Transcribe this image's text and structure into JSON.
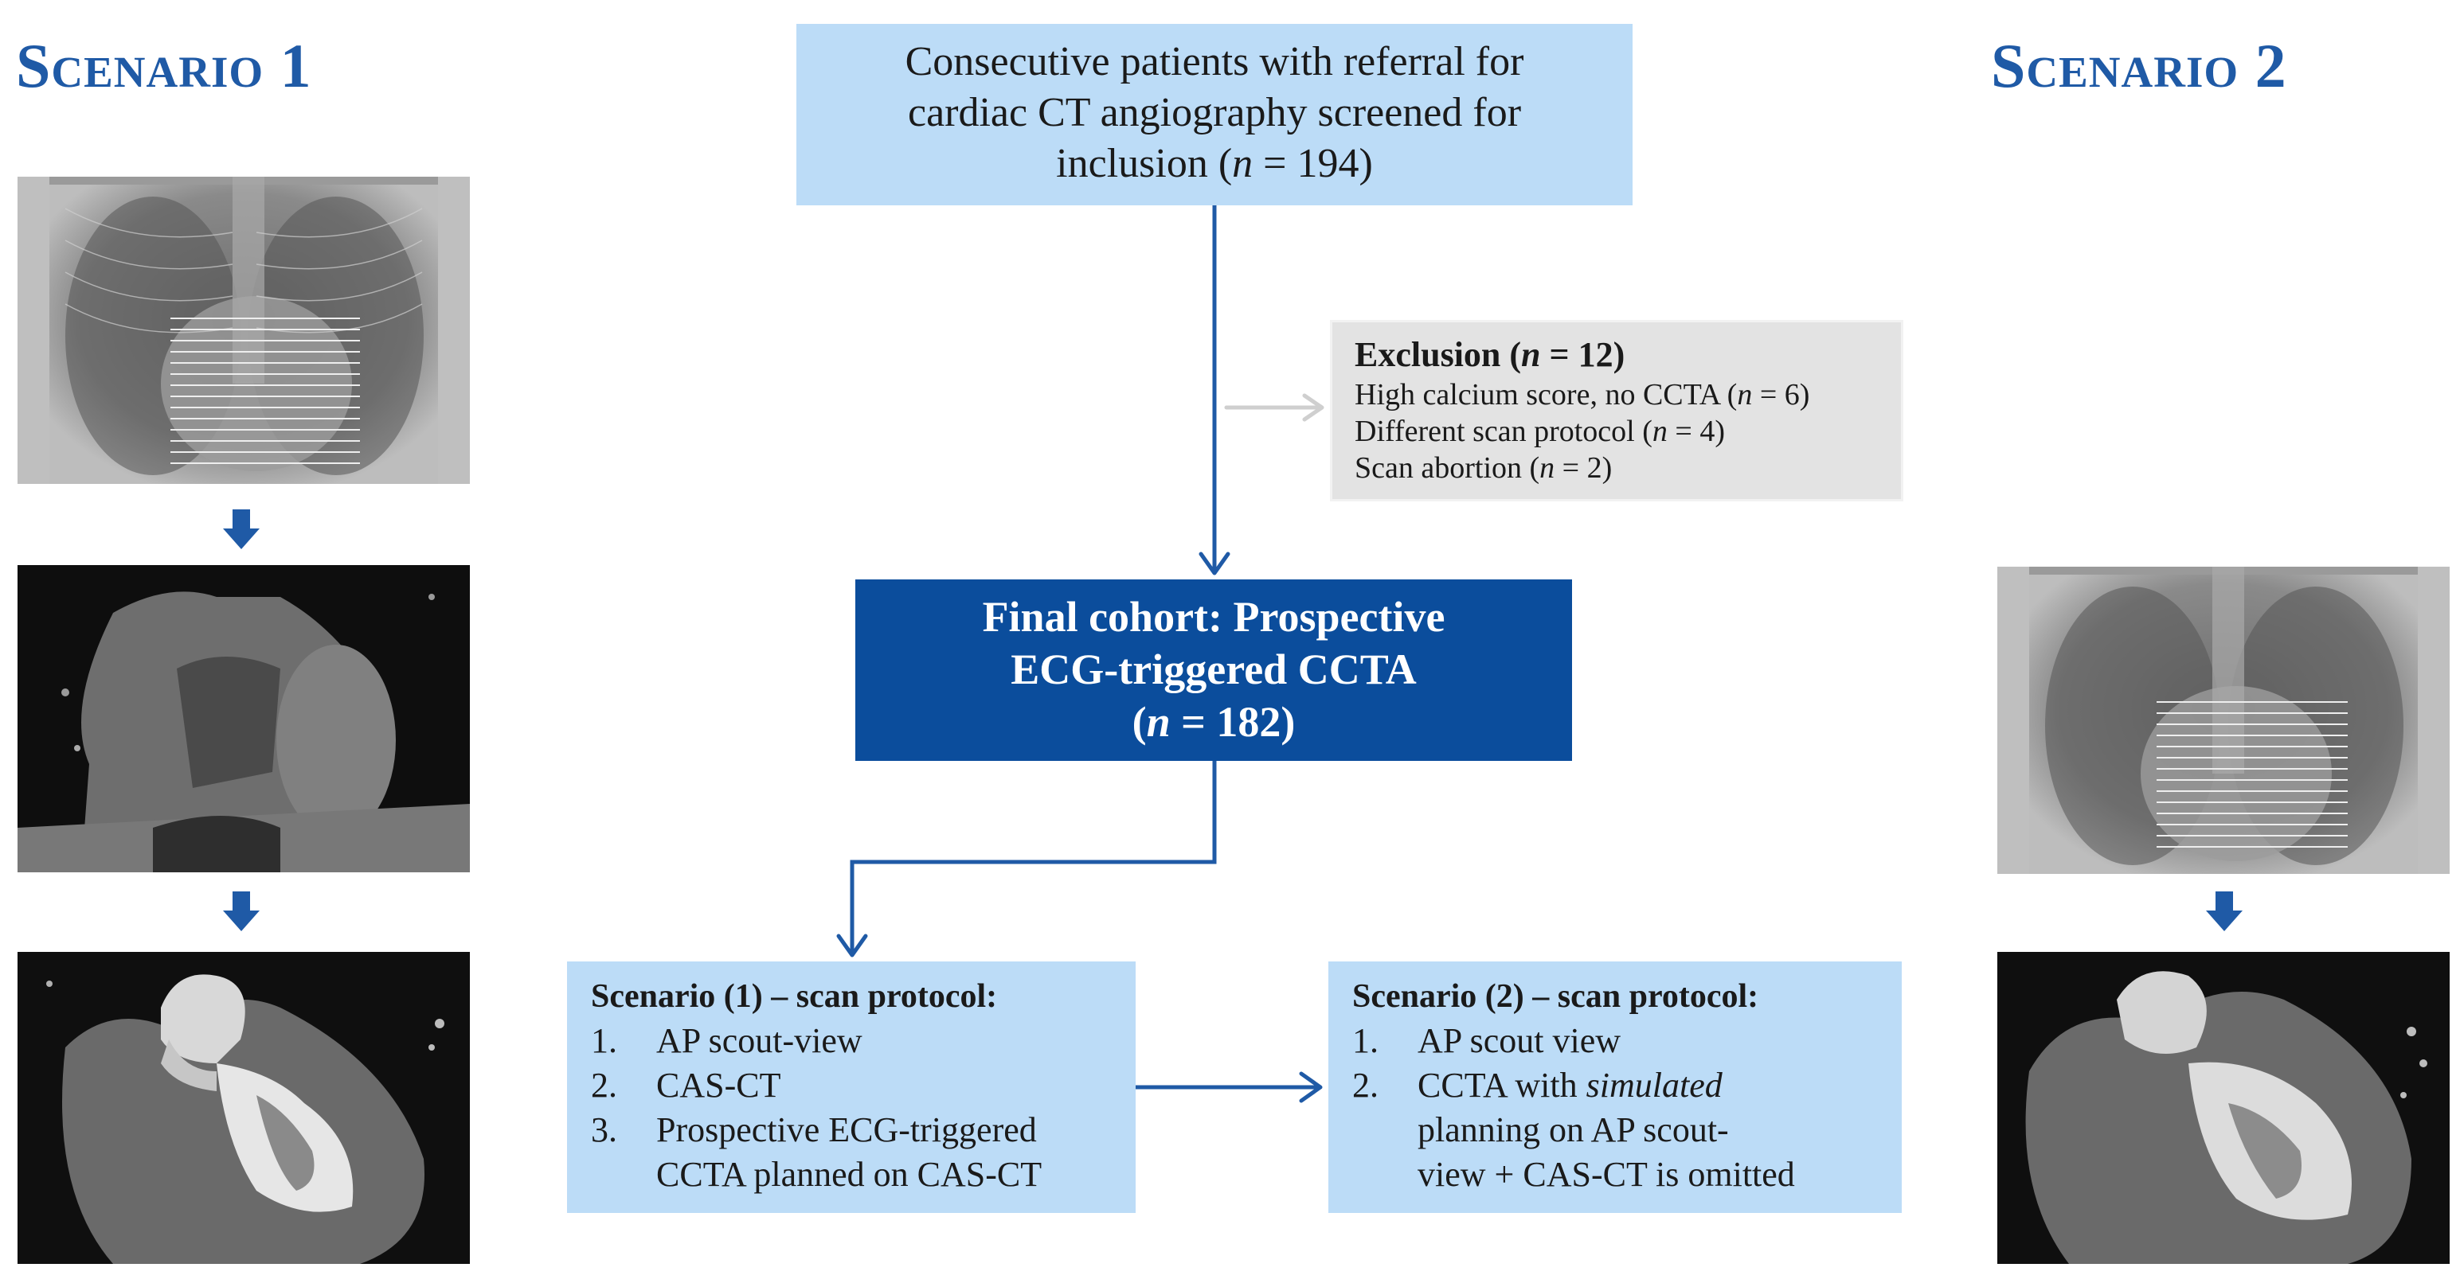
{
  "scenario_titles": {
    "left": "Scenario 1",
    "right": "Scenario 2"
  },
  "boxes": {
    "screened": {
      "lines": [
        "Consecutive patients with referral for",
        "cardiac CT angiography screened for"
      ],
      "line3_prefix": "inclusion (",
      "n_symbol": "n",
      "line3_suffix": " = 194)"
    },
    "exclusion": {
      "title_prefix": "Exclusion (",
      "n_symbol": "n",
      "title_suffix": " = 12)",
      "items": [
        {
          "text": "High calcium score, no CCTA (",
          "n": "n",
          "value": " = 6)"
        },
        {
          "text": "Different scan protocol (",
          "n": "n",
          "value": " = 4)"
        },
        {
          "text": "Scan abortion (",
          "n": "n",
          "value": " = 2)"
        }
      ]
    },
    "final": {
      "line1": "Final cohort: Prospective",
      "line2": "ECG-triggered CCTA",
      "line3_prefix": "(",
      "n_symbol": "n",
      "line3_suffix": " = 182)"
    },
    "scenario1": {
      "heading": "Scenario (1) – scan protocol:",
      "steps": [
        {
          "num": "1.",
          "text": "AP scout-view"
        },
        {
          "num": "2.",
          "text": "CAS-CT"
        },
        {
          "num": "3.",
          "text": "Prospective ECG-triggered",
          "text2": "CCTA planned on CAS-CT"
        }
      ]
    },
    "scenario2": {
      "heading": "Scenario (2) – scan protocol:",
      "steps": [
        {
          "num": "1.",
          "text": "AP scout view"
        },
        {
          "num": "2.",
          "text_prefix": "CCTA with ",
          "text_italic": "simulated",
          "text2": "planning on AP scout-",
          "text3": "view + CAS-CT is omitted"
        }
      ]
    }
  },
  "colors": {
    "accent_blue": "#1f5aa6",
    "light_box": "#bcdcf7",
    "dark_box": "#0b4d9c",
    "grey_box": "#e3e3e3",
    "grey_arrow": "#cfcfcf"
  },
  "images": [
    {
      "name": "scout-view-image-left",
      "kind": "chest scout radiograph with planning lines"
    },
    {
      "name": "cas-ct-image",
      "kind": "calcium score CT slice"
    },
    {
      "name": "ccta-image-left",
      "kind": "contrast CCTA reconstruction"
    },
    {
      "name": "scout-view-image-right",
      "kind": "chest scout radiograph with planning lines"
    },
    {
      "name": "ccta-image-right",
      "kind": "contrast CCTA reconstruction"
    }
  ]
}
